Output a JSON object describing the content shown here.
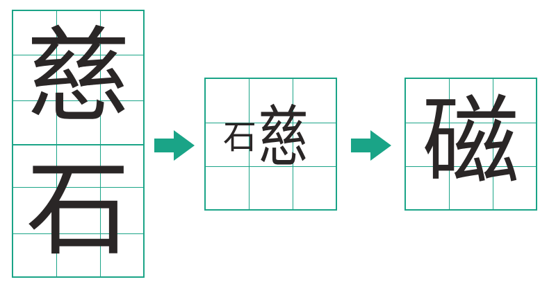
{
  "colors": {
    "grid": "#1aa487",
    "arrow": "#1aa487",
    "text": "#2a2626"
  },
  "left_column": {
    "top_char": "慈",
    "bottom_char": "石"
  },
  "middle_box": {
    "left_part": "石",
    "right_part": "慈"
  },
  "right_box": {
    "char": "磁"
  },
  "arrows": [
    "arrow-right-icon",
    "arrow-right-icon"
  ]
}
